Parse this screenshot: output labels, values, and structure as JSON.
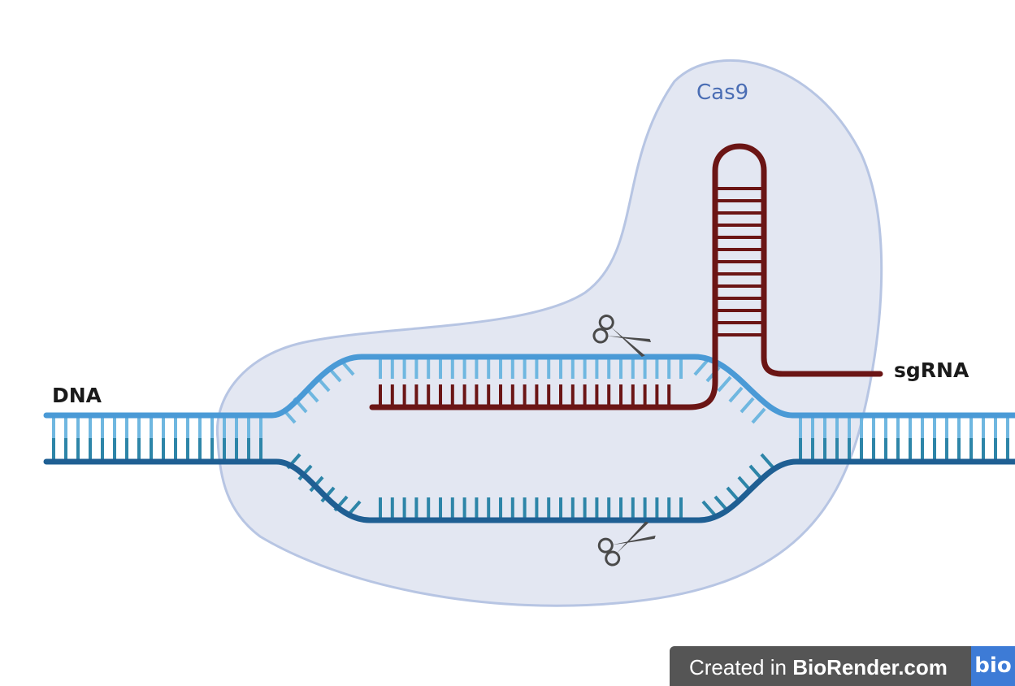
{
  "labels": {
    "cas9": "Cas9",
    "dna": "DNA",
    "sgrna": "sgRNA"
  },
  "badge": {
    "prefix": "Created in ",
    "brand": "BioRender.com",
    "logo": "bio"
  },
  "colors": {
    "cas9_fill": "#e3e7f2",
    "cas9_outline": "#b7c5e3",
    "dna_top_strand": "#4a9ad6",
    "dna_bottom_strand": "#1f5f93",
    "dna_top_rungs": "#6fb7e0",
    "dna_bottom_rungs": "#2d85a8",
    "sgrna": "#6b1515",
    "scissors": "#4a4a4a"
  },
  "icons": [
    "scissors-icon",
    "scissors-icon"
  ]
}
